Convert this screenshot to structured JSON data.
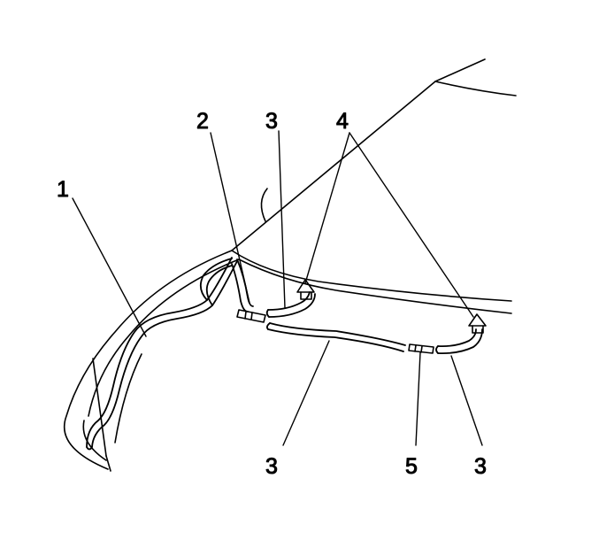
{
  "colors": {
    "ink": "#000000",
    "paper": "#ffffff"
  },
  "callouts": {
    "c1": "1",
    "c2": "2",
    "c3_top": "3",
    "c4": "4",
    "c3_bottom_left": "3",
    "c5": "5",
    "c3_bottom_right": "3"
  }
}
